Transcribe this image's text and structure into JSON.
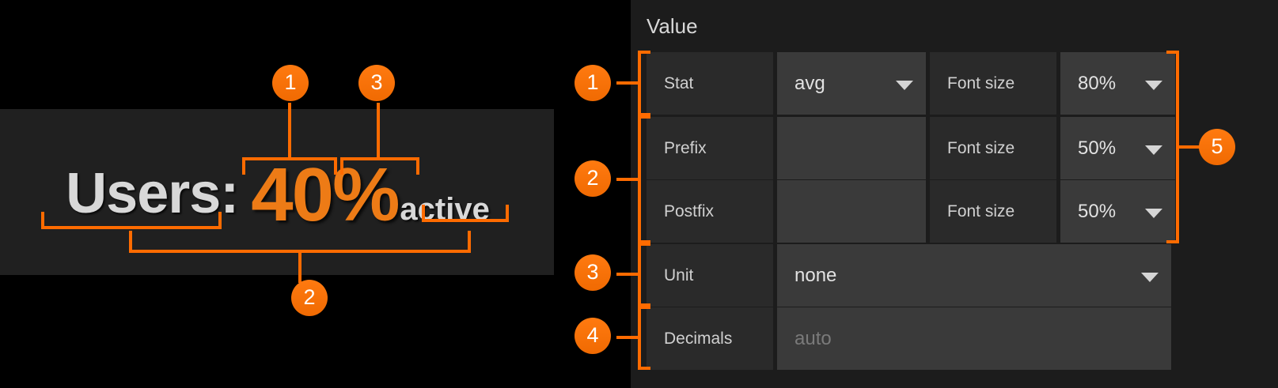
{
  "visualization": {
    "prefix_text": "Users:",
    "value_text": "40",
    "unit_suffix_text": "%",
    "postfix_text": "active",
    "value_color": "#ED7B16",
    "text_color": "#D8D8D8",
    "panel_bg": "#202020"
  },
  "callouts": {
    "accent_color": "#FF6B00",
    "viz": [
      {
        "id": "1",
        "label": "1",
        "targets": "value"
      },
      {
        "id": "2",
        "label": "2",
        "targets": "prefix-and-postfix"
      },
      {
        "id": "3",
        "label": "3",
        "targets": "unit-suffix"
      }
    ],
    "options": [
      {
        "id": "1",
        "label": "1",
        "targets": "stat-row"
      },
      {
        "id": "2",
        "label": "2",
        "targets": "prefix-postfix-rows"
      },
      {
        "id": "3",
        "label": "3",
        "targets": "unit-row"
      },
      {
        "id": "4",
        "label": "4",
        "targets": "decimals-row"
      },
      {
        "id": "5",
        "label": "5",
        "targets": "font-size-dropdowns"
      }
    ]
  },
  "options_panel": {
    "title": "Value",
    "bg": "#1C1C1C",
    "label_bg": "#2A2A2A",
    "field_bg": "#3A3A3A",
    "rows": [
      {
        "name": "stat",
        "label": "Stat",
        "value": "avg",
        "value_kind": "select",
        "value_placeholder": "",
        "secondary_label": "Font size",
        "secondary_value": "80%",
        "secondary_kind": "select"
      },
      {
        "name": "prefix",
        "label": "Prefix",
        "value": "",
        "value_kind": "text",
        "value_placeholder": "",
        "secondary_label": "Font size",
        "secondary_value": "50%",
        "secondary_kind": "select"
      },
      {
        "name": "postfix",
        "label": "Postfix",
        "value": "",
        "value_kind": "text",
        "value_placeholder": "",
        "secondary_label": "Font size",
        "secondary_value": "50%",
        "secondary_kind": "select"
      },
      {
        "name": "unit",
        "label": "Unit",
        "value": "none",
        "value_kind": "select",
        "value_placeholder": "",
        "secondary_label": null,
        "secondary_value": null,
        "secondary_kind": null
      },
      {
        "name": "decimals",
        "label": "Decimals",
        "value": "",
        "value_kind": "text",
        "value_placeholder": "auto",
        "secondary_label": null,
        "secondary_value": null,
        "secondary_kind": null
      }
    ]
  },
  "icons": {
    "caret": "chevron-down-icon"
  }
}
